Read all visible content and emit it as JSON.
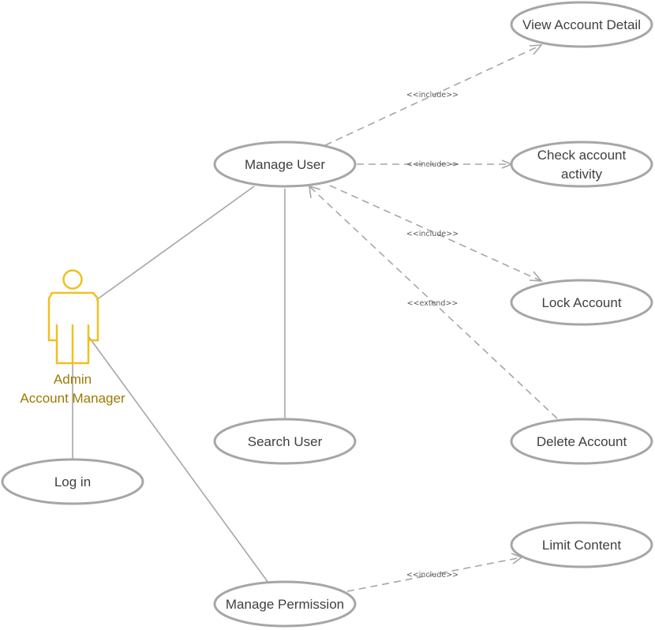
{
  "actor": {
    "name_line1": "Admin",
    "name_line2": "Account Manager",
    "color": "#f0c020",
    "label_color": "#9a7a00"
  },
  "use_cases": {
    "view_account_detail": "View Account Detail",
    "check_account_activity_line1": "Check account",
    "check_account_activity_line2": "activity",
    "manage_user": "Manage User",
    "lock_account": "Lock Account",
    "search_user": "Search User",
    "delete_account": "Delete Account",
    "log_in": "Log in",
    "limit_content": "Limit Content",
    "manage_permission": "Manage Permission"
  },
  "relations": {
    "include_view": "<<include>>",
    "include_check": "<<include>>",
    "include_lock": "<<include>>",
    "extend_delete": "<<extend>>",
    "include_limit": "<<include>>"
  },
  "colors": {
    "use_case_border": "#a6a6a6",
    "connector": "#a6a6a6"
  }
}
